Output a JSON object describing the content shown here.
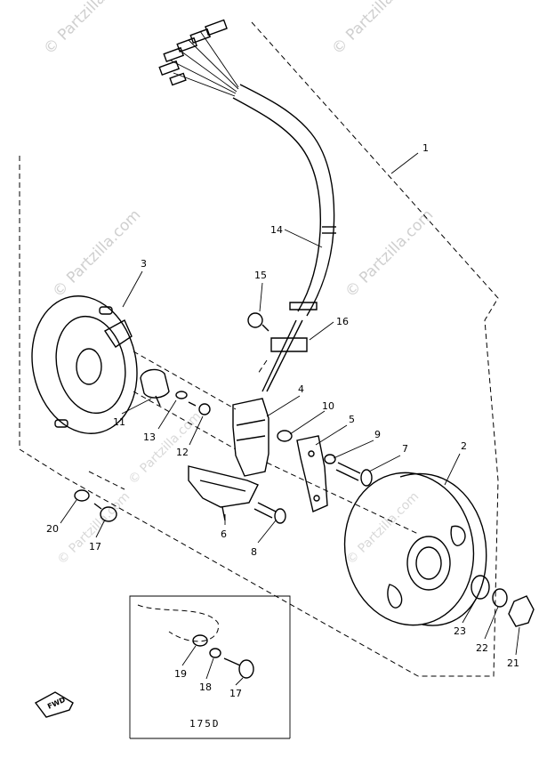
{
  "diagram": {
    "watermarks": [
      "© Partzilla.com",
      "© Partzilla.com",
      "© Partzilla.com",
      "© Partzilla.com",
      "© Partzilla.com",
      "© Partzilla.com",
      "© Partzilla.com"
    ],
    "callouts": {
      "c1": "1",
      "c2": "2",
      "c3": "3",
      "c4": "4",
      "c5": "5",
      "c6": "6",
      "c7": "7",
      "c8": "8",
      "c9": "9",
      "c10": "10",
      "c11": "11",
      "c12": "12",
      "c13": "13",
      "c14": "14",
      "c15": "15",
      "c16": "16",
      "c17a": "17",
      "c17b": "17",
      "c18": "18",
      "c19": "19",
      "c20": "20",
      "c21": "21",
      "c22": "22",
      "c23": "23"
    },
    "variant_box_label": "175D",
    "fwd_label": "FWD"
  }
}
